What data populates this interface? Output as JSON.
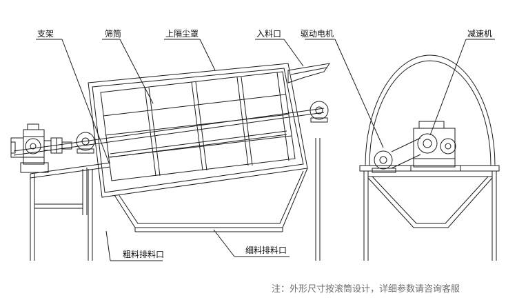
{
  "labels": {
    "bracket": "支架",
    "screen_drum": "筛筒",
    "dust_cover": "上隔尘罩",
    "feed_inlet": "入料口",
    "drive_motor": "驱动电机",
    "reducer": "减速机",
    "coarse_outlet": "粗料排料口",
    "fine_outlet": "细料排料口"
  },
  "footnote": "注：外形尺寸按滚筒设计，详细参数请咨询客服",
  "colors": {
    "line": "#1a1a1a",
    "footnote": "#6e6e6e",
    "background": "#ffffff"
  }
}
